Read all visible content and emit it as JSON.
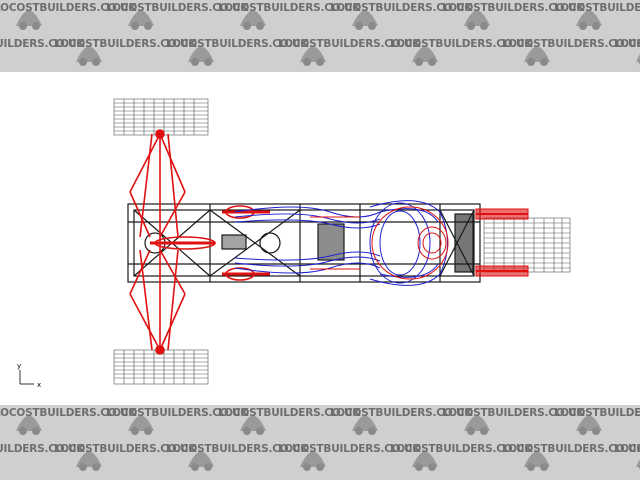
{
  "watermark": {
    "text": "LOCOSTBUILDERS.CO.UK",
    "icon": "car-logo-icon",
    "color": "#6e6e6e",
    "band_color": "#cfcfcf"
  },
  "viewport": {
    "axis_y_label": "y",
    "axis_x_label": "x",
    "colors": {
      "frame": "#1a1a1a",
      "suspension": "#e01010",
      "engine": "#2020d0",
      "wheel": "#555555"
    }
  }
}
